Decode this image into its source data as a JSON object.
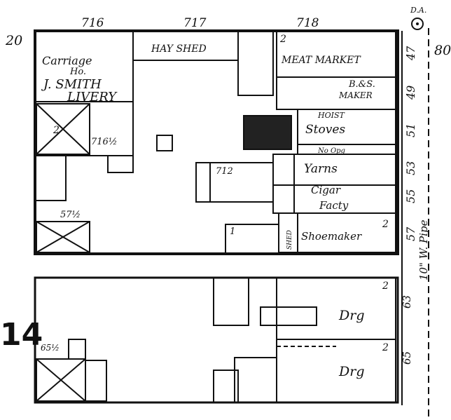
{
  "block_number": "14",
  "lot_numbers_top": [
    "716",
    "717",
    "718"
  ],
  "lot_number_left": "20",
  "lot_number_right": "80",
  "compass_label": "D.A.",
  "street_label": "10\" W. Pipe",
  "upper_block": {
    "livery_label_1": "Carriage",
    "livery_label_2": "Ho.",
    "livery_label_3": "J. SMITH",
    "livery_label_4": "LIVERY",
    "hay_shed": "HAY SHED",
    "meat_market": "MEAT MARKET",
    "bs_maker": "B.&S.",
    "bs_maker_2": "MAKER",
    "hoist": "HOIST",
    "stoves": "Stoves",
    "no_opg": "No Opg",
    "yarns": "Yarns",
    "cigar_fact_1": "Cigar",
    "cigar_fact_2": "Facty",
    "shoemaker": "Shoemaker",
    "shed": "SHED",
    "sub_716half": "716½",
    "sub_712": "712",
    "sub_57half": "57½",
    "addr_47": "47",
    "addr_49": "49",
    "addr_51": "51",
    "addr_53": "53",
    "addr_55": "55",
    "addr_57": "57",
    "story_2a": "2",
    "story_1": "1"
  },
  "lower_block": {
    "drg_1": "Drg",
    "drg_2": "Drg",
    "sub_65half": "65½",
    "addr_63": "63",
    "addr_65": "65"
  }
}
